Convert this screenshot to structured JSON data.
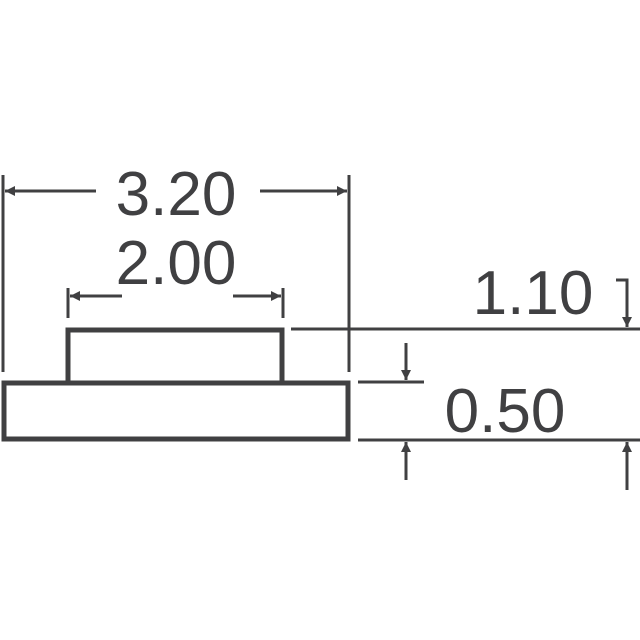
{
  "drawing": {
    "stroke_color": "#404042",
    "background": "#ffffff",
    "dimensions": {
      "overall_width": "3.20",
      "top_width": "2.00",
      "overall_height": "1.10",
      "base_height": "0.50"
    }
  }
}
